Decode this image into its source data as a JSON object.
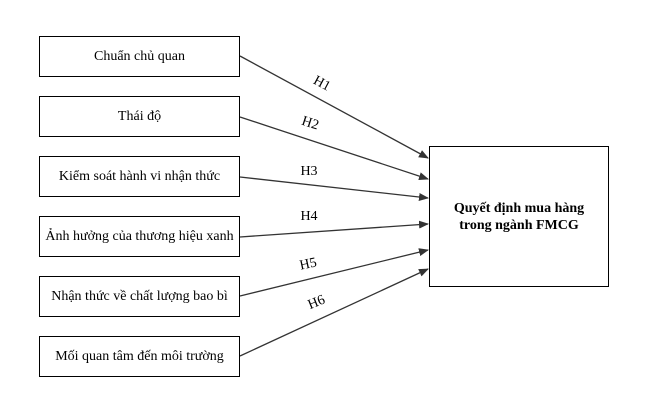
{
  "factors": [
    {
      "id": "chuan-chu-quan",
      "label": "Chuẩn chủ quan",
      "hypothesis": "H1"
    },
    {
      "id": "thai-do",
      "label": "Thái độ",
      "hypothesis": "H2"
    },
    {
      "id": "kiem-soat-hanh-vi",
      "label": "Kiểm soát hành vi nhận thức",
      "hypothesis": "H3"
    },
    {
      "id": "anh-huong-thuong-hieu-xanh",
      "label": "Ảnh hưởng của thương hiệu xanh",
      "hypothesis": "H4"
    },
    {
      "id": "chat-luong-bao-bi",
      "label": "Nhận thức về chất lượng bao bì",
      "hypothesis": "H5"
    },
    {
      "id": "quan-tam-moi-truong",
      "label": "Mối quan tâm đến môi trường",
      "hypothesis": "H6"
    }
  ],
  "outcome": {
    "label": "Quyết định mua hàng trong ngành FMCG"
  },
  "colors": {
    "line": "#333333",
    "border": "#000000",
    "background": "#ffffff"
  }
}
